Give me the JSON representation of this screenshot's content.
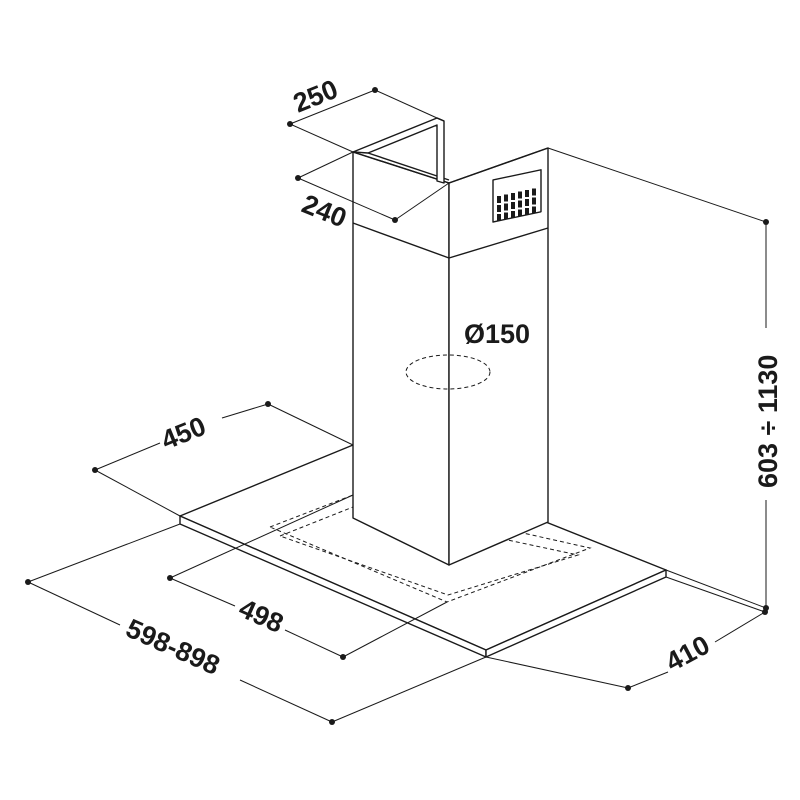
{
  "dimensions": {
    "chimney_width": "250",
    "chimney_depth": "240",
    "duct_diameter": "Ø150",
    "total_height": "603 ÷ 1130",
    "canopy_depth": "450",
    "chimney_span": "498",
    "canopy_width": "598-898",
    "hood_depth": "410"
  },
  "colors": {
    "line": "#1a1a1a",
    "background": "#ffffff"
  }
}
